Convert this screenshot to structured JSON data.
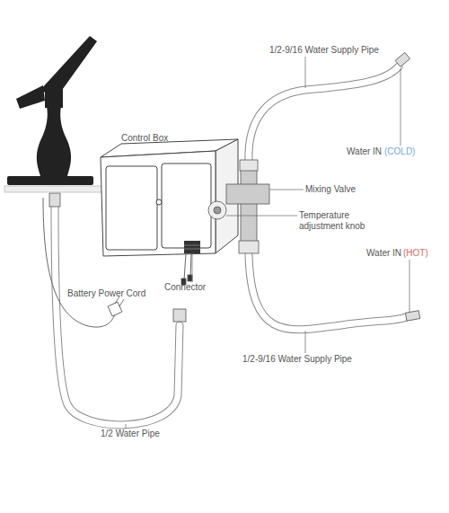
{
  "diagram": {
    "labels": [
      "1/2-9/16 Water Supply Pipe",
      "Water IN",
      "(COLD)",
      "Control Box",
      "Mixing Valve",
      "Temperature adjustment knob",
      "Water IN",
      "(HOT)",
      "Connector",
      "Battery Power Cord",
      "1/2-9/16 Water Supply Pipe",
      "1/2 Water Pipe"
    ]
  }
}
